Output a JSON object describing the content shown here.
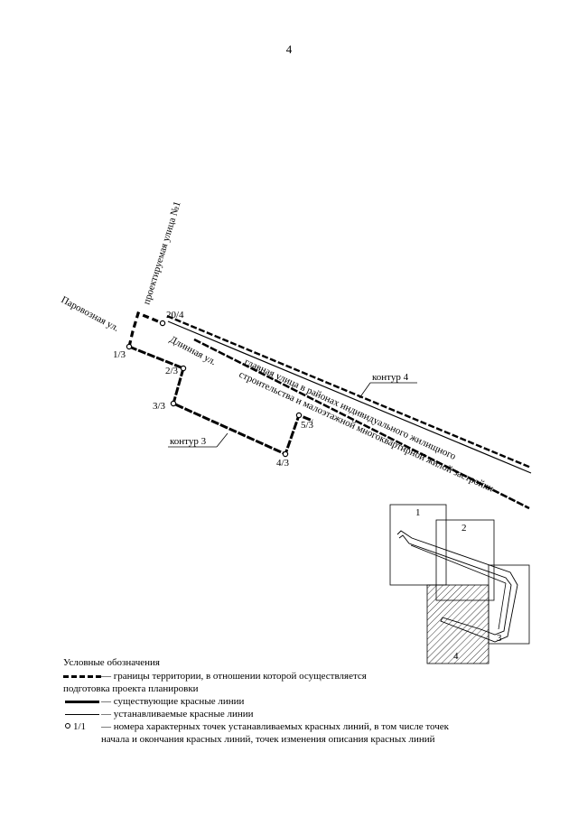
{
  "page": {
    "number": "4"
  },
  "streets": {
    "projected_street": "проектируемая улица №1",
    "parovoznaya": "Паровозная ул.",
    "dlinnaya": "Длинная ул.",
    "main_street_line1": "главная улица в районах индивидуального жилищного",
    "main_street_line2": "строительства и малоэтажной многоквартирной жилой застройки"
  },
  "points": {
    "p20_4": "20/4",
    "p1_3": "1/3",
    "p2_3": "2/3",
    "p3_3": "3/3",
    "p4_3": "4/3",
    "p5_3": "5/3"
  },
  "contours": {
    "contour3": "контур 3",
    "contour4": "контур 4"
  },
  "key_map": {
    "sheet1": "1",
    "sheet2": "2",
    "sheet3": "3",
    "sheet4": "4"
  },
  "legend": {
    "title": "Условные обозначения",
    "item_territory_line1": "— границы территории, в отношении которой осуществляется",
    "item_territory_line2": "подготовка проекта планировки",
    "item_existing": "— существующие красные линии",
    "item_established": "— устанавливаемые красные линии",
    "item_points_symbol": "1/1",
    "item_points_line1": "— номера характерных точек устанавливаемых красных линий, в том числе точек",
    "item_points_line2": "начала и окончания красных линий, точек изменения описания красных линий"
  }
}
